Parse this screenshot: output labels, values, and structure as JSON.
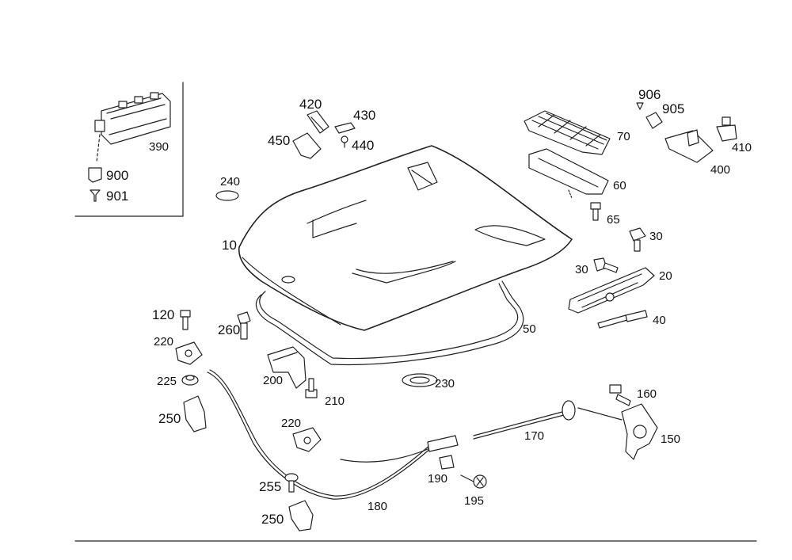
{
  "diagram": {
    "callouts": {
      "c10": "10",
      "c20": "20",
      "c30a": "30",
      "c30b": "30",
      "c40": "40",
      "c50": "50",
      "c60": "60",
      "c65": "65",
      "c70": "70",
      "c120": "120",
      "c150": "150",
      "c160": "160",
      "c170": "170",
      "c180": "180",
      "c190": "190",
      "c195": "195",
      "c200": "200",
      "c210": "210",
      "c220a": "220",
      "c220b": "220",
      "c225": "225",
      "c230": "230",
      "c240": "240",
      "c250a": "250",
      "c250b": "250",
      "c255": "255",
      "c260": "260",
      "c390": "390",
      "c400": "400",
      "c410": "410",
      "c420": "420",
      "c430": "430",
      "c440": "440",
      "c450": "450",
      "c900": "900",
      "c901": "901",
      "c905": "905",
      "c906": "906"
    }
  }
}
